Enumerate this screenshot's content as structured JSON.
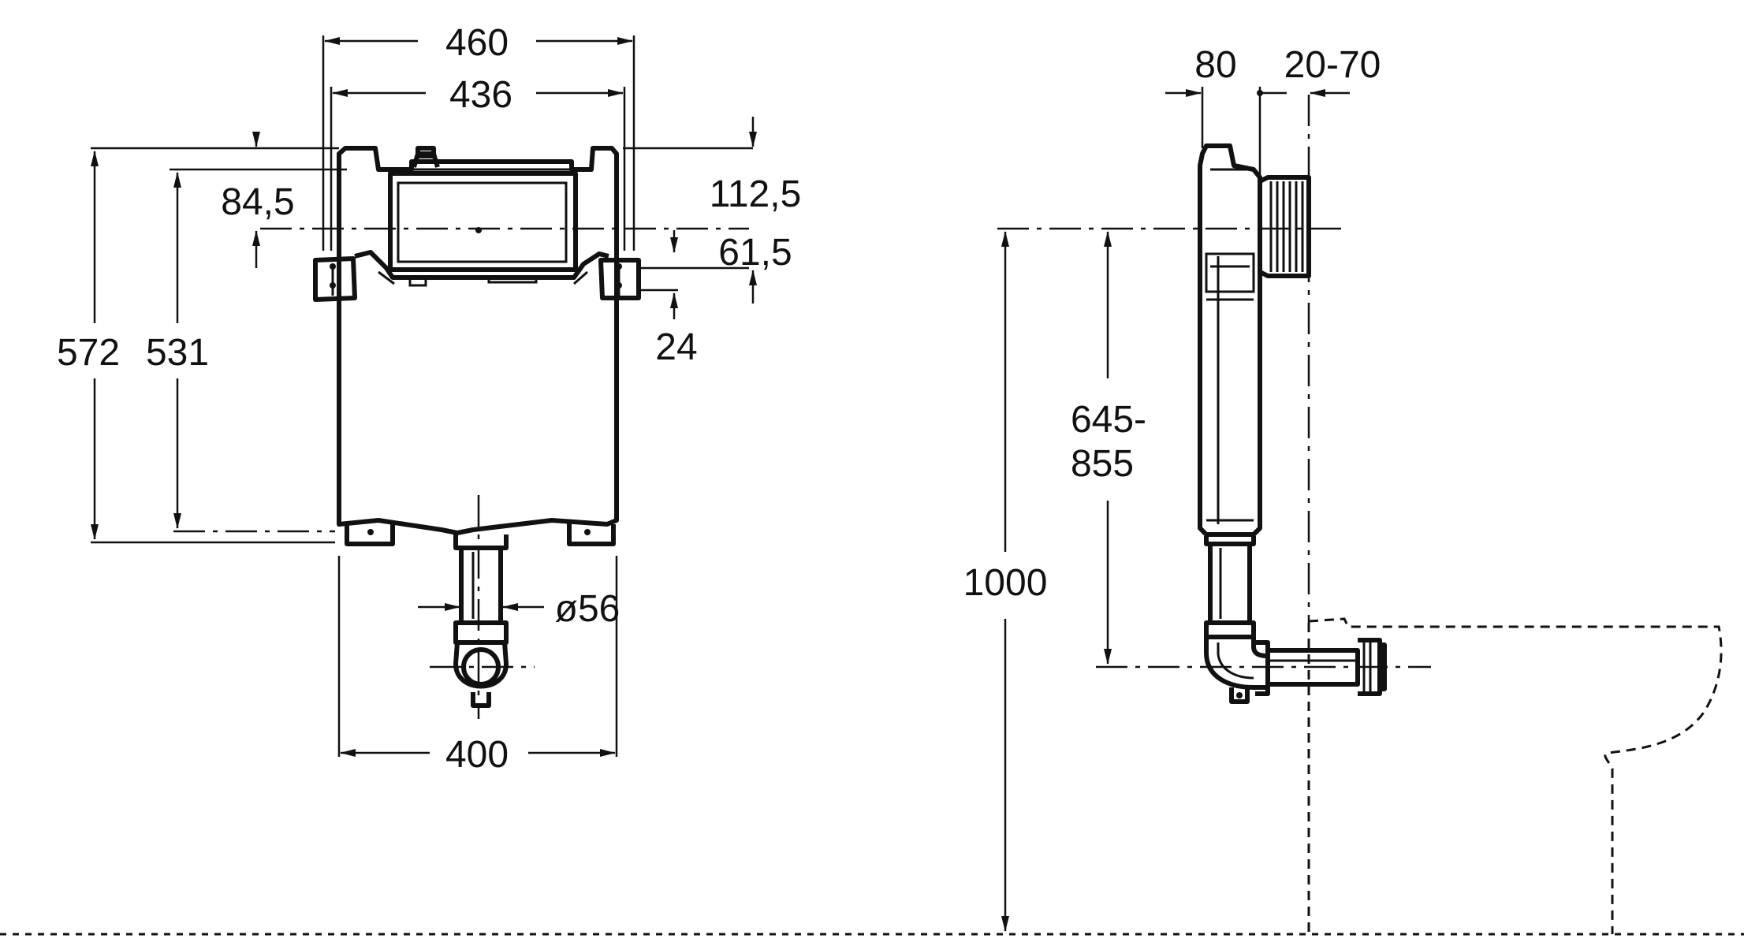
{
  "front_view": {
    "labels": {
      "width_outer": "460",
      "width_inner": "436",
      "height_total": "572",
      "height_axis": "531",
      "offset_top_left": "84,5",
      "offset_top_right": "112,5",
      "offset_bracket": "61,5",
      "bracket_height": "24",
      "pipe_diameter": "ø56",
      "width_base": "400"
    }
  },
  "side_view": {
    "labels": {
      "depth_frame": "80",
      "depth_adjust": "20-70",
      "height_outlet": "645-",
      "height_outlet_2": "855",
      "height_total": "1000"
    }
  }
}
